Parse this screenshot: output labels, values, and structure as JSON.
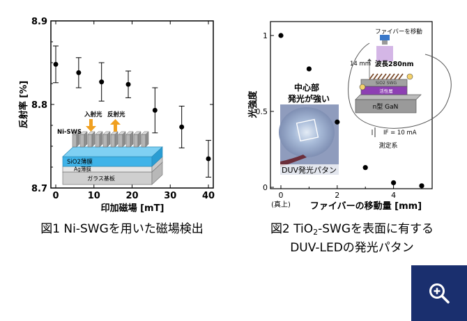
{
  "chart_data": [
    {
      "type": "scatter",
      "title": "",
      "xlabel": "印加磁場 [mT]",
      "ylabel": "反射率 [%]",
      "xlim": [
        0,
        40
      ],
      "ylim": [
        8.7,
        8.9
      ],
      "xticks": [
        "0",
        "10",
        "20",
        "30",
        "40"
      ],
      "yticks": [
        "8.7",
        "8.8",
        "8.9"
      ],
      "grid": false,
      "error_bars": true,
      "series": [
        {
          "x": [
            0,
            6,
            12,
            19,
            26,
            33,
            40
          ],
          "y": [
            8.848,
            8.838,
            8.827,
            8.824,
            8.793,
            8.773,
            8.735
          ],
          "err": [
            0.022,
            0.018,
            0.023,
            0.016,
            0.027,
            0.025,
            0.022
          ]
        }
      ],
      "inset": {
        "labels": [
          "入射光",
          "反射光",
          "Ni-SWS",
          "SiO2薄膜",
          "Ag薄膜",
          "ガラス基板"
        ]
      }
    },
    {
      "type": "scatter",
      "title": "",
      "xlabel": "ファイバーの移動量 [mm]",
      "ylabel": "光強度",
      "xlim": [
        0,
        5
      ],
      "ylim": [
        0,
        1
      ],
      "xticks": [
        "0",
        "2",
        "4"
      ],
      "yticks": [
        "0",
        "0.5",
        "1"
      ],
      "x_note": "(真上)",
      "grid": false,
      "series": [
        {
          "x": [
            0,
            1,
            2,
            3,
            4,
            5
          ],
          "y": [
            1.0,
            0.78,
            0.43,
            0.13,
            0.03,
            0.01
          ]
        }
      ],
      "inset": {
        "labels": [
          "ファイバーを移動",
          "14 mm",
          "波長280nm",
          "SiO2 SWG",
          "活性層",
          "n型 GaN",
          "IF = 10 mA",
          "測定系",
          "中心部",
          "発光が強い",
          "DUV発光パタン"
        ]
      }
    }
  ],
  "captions": {
    "fig1": "図1 Ni-SWGを用いた磁場検出",
    "fig2_line1_pre": "図2 TiO",
    "fig2_line1_sub": "2",
    "fig2_line1_post": "-SWGを表面に有する",
    "fig2_line2": "DUV-LEDの発光パタン"
  },
  "zoom_button": {
    "icon": "zoom-in-icon",
    "color": "#1a2f6e"
  }
}
